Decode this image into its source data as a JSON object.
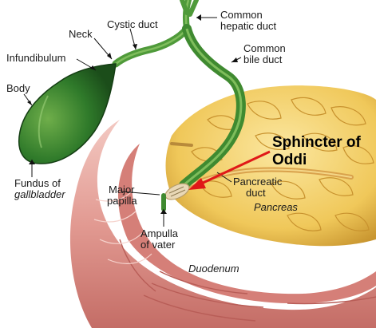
{
  "labels": {
    "neck": "Neck",
    "cystic_duct": "Cystic duct",
    "common_hepatic_duct_1": "Common",
    "common_hepatic_duct_2": "hepatic duct",
    "common_bile_duct_1": "Common",
    "common_bile_duct_2": "bile duct",
    "infundibulum": "Infundibulum",
    "body": "Body",
    "sphincter_1": "Sphincter of",
    "sphincter_2": "Oddi",
    "pancreatic_duct_1": "Pancreatic",
    "pancreatic_duct_2": "duct",
    "pancreas": "Pancreas",
    "major_papilla_1": "Major",
    "major_papilla_2": "papilla",
    "fundus_1": "Fundus of",
    "fundus_2": "gallbladder",
    "ampulla_1": "Ampulla",
    "ampulla_2": "of vater",
    "duodenum": "Duodenum"
  },
  "colors": {
    "gallbladder": "#2f7a2a",
    "duct": "#4f9a3a",
    "pancreas": "#f0cc5a",
    "duodenum": "#e7a8a0",
    "arrow": "#e01818"
  }
}
